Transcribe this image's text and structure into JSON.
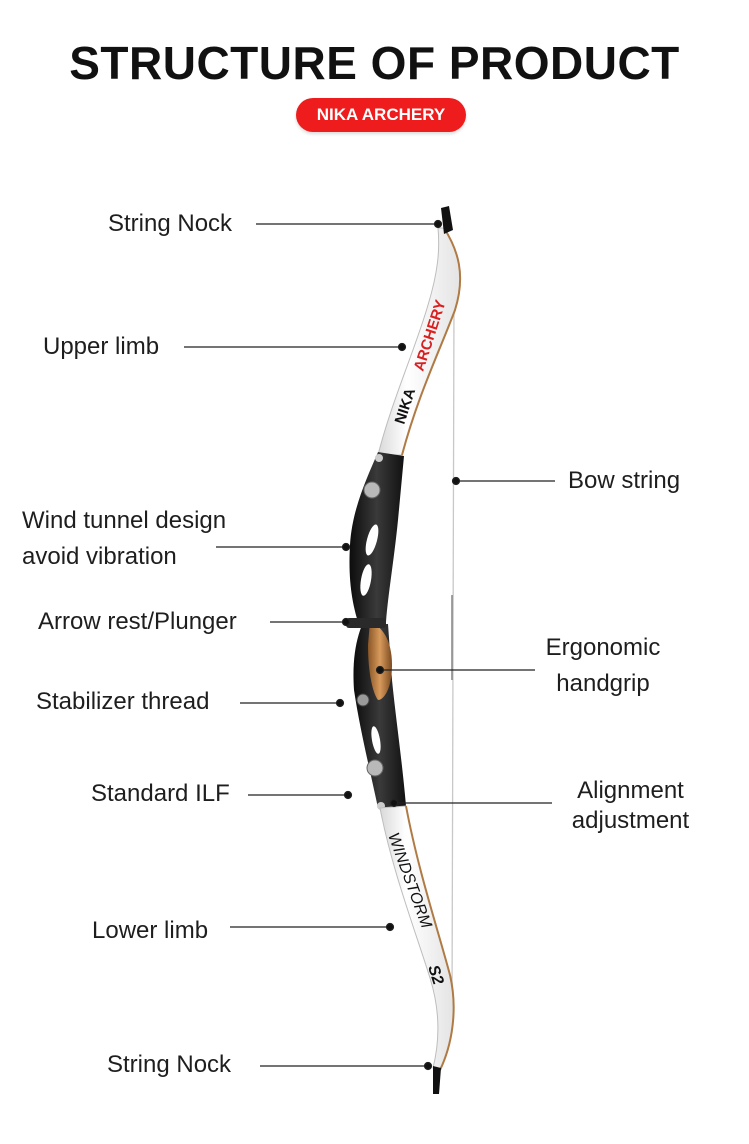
{
  "title": "STRUCTURE OF PRODUCT",
  "badge": {
    "text": "NIKA ARCHERY",
    "color": "#ee1c1c"
  },
  "limb_print": {
    "upper_brand": "ARCHERY",
    "upper_name": "NIKA",
    "lower_model": "WINDSTORM",
    "lower_code": "S2"
  },
  "colors": {
    "riser": "#1a1a1a",
    "limb": "#f4f4f4",
    "grip": "#c98a4a",
    "leader": "#222222"
  },
  "labels": {
    "string_nock_top": "String Nock",
    "upper_limb": "Upper limb",
    "bow_string": "Bow string",
    "wind_tunnel_line1": "Wind tunnel design",
    "wind_tunnel_line2": "avoid vibration",
    "arrow_rest": "Arrow rest/Plunger",
    "ergonomic_line1": "Ergonomic",
    "ergonomic_line2": "handgrip",
    "stabilizer_thread": "Stabilizer thread",
    "standard_ilf": "Standard ILF",
    "alignment_line1": "Alignment",
    "alignment_line2": "adjustment",
    "lower_limb": "Lower limb",
    "string_nock_bottom": "String Nock"
  }
}
